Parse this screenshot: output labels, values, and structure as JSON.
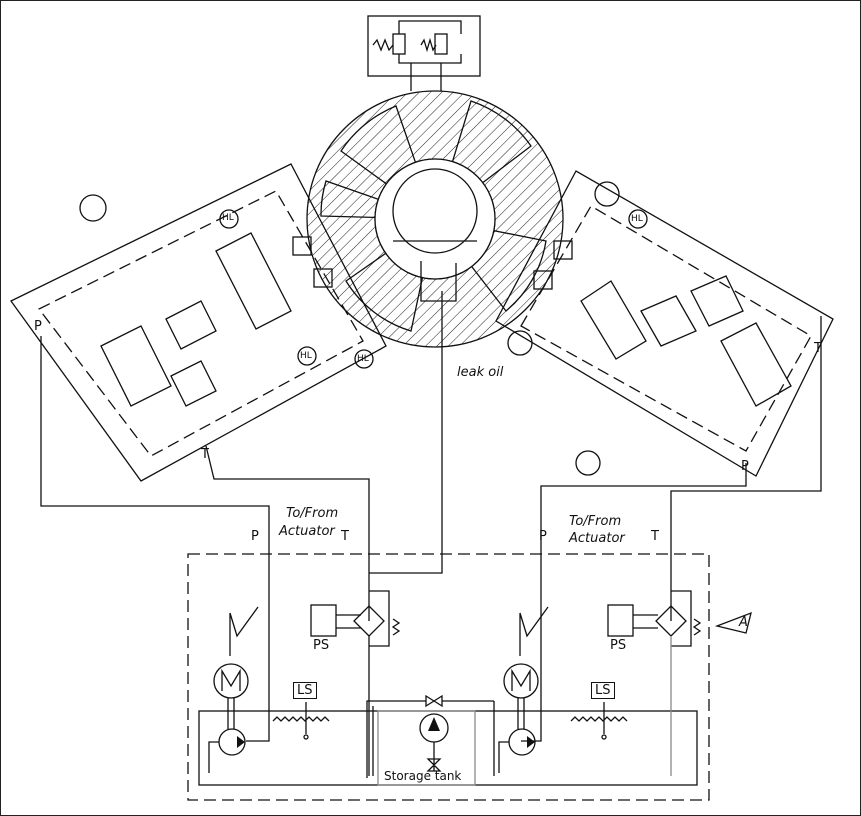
{
  "labels": {
    "leak_oil": "leak oil",
    "to_from_left": "To/From",
    "actuator_left": "Actuator",
    "to_from_right": "To/From",
    "actuator_right": "Actuator",
    "p": "P",
    "t": "T",
    "ps": "PS",
    "ls": "LS",
    "motor": "M",
    "hl": "HL",
    "storage_tank": "Storage tank",
    "a": "A"
  }
}
